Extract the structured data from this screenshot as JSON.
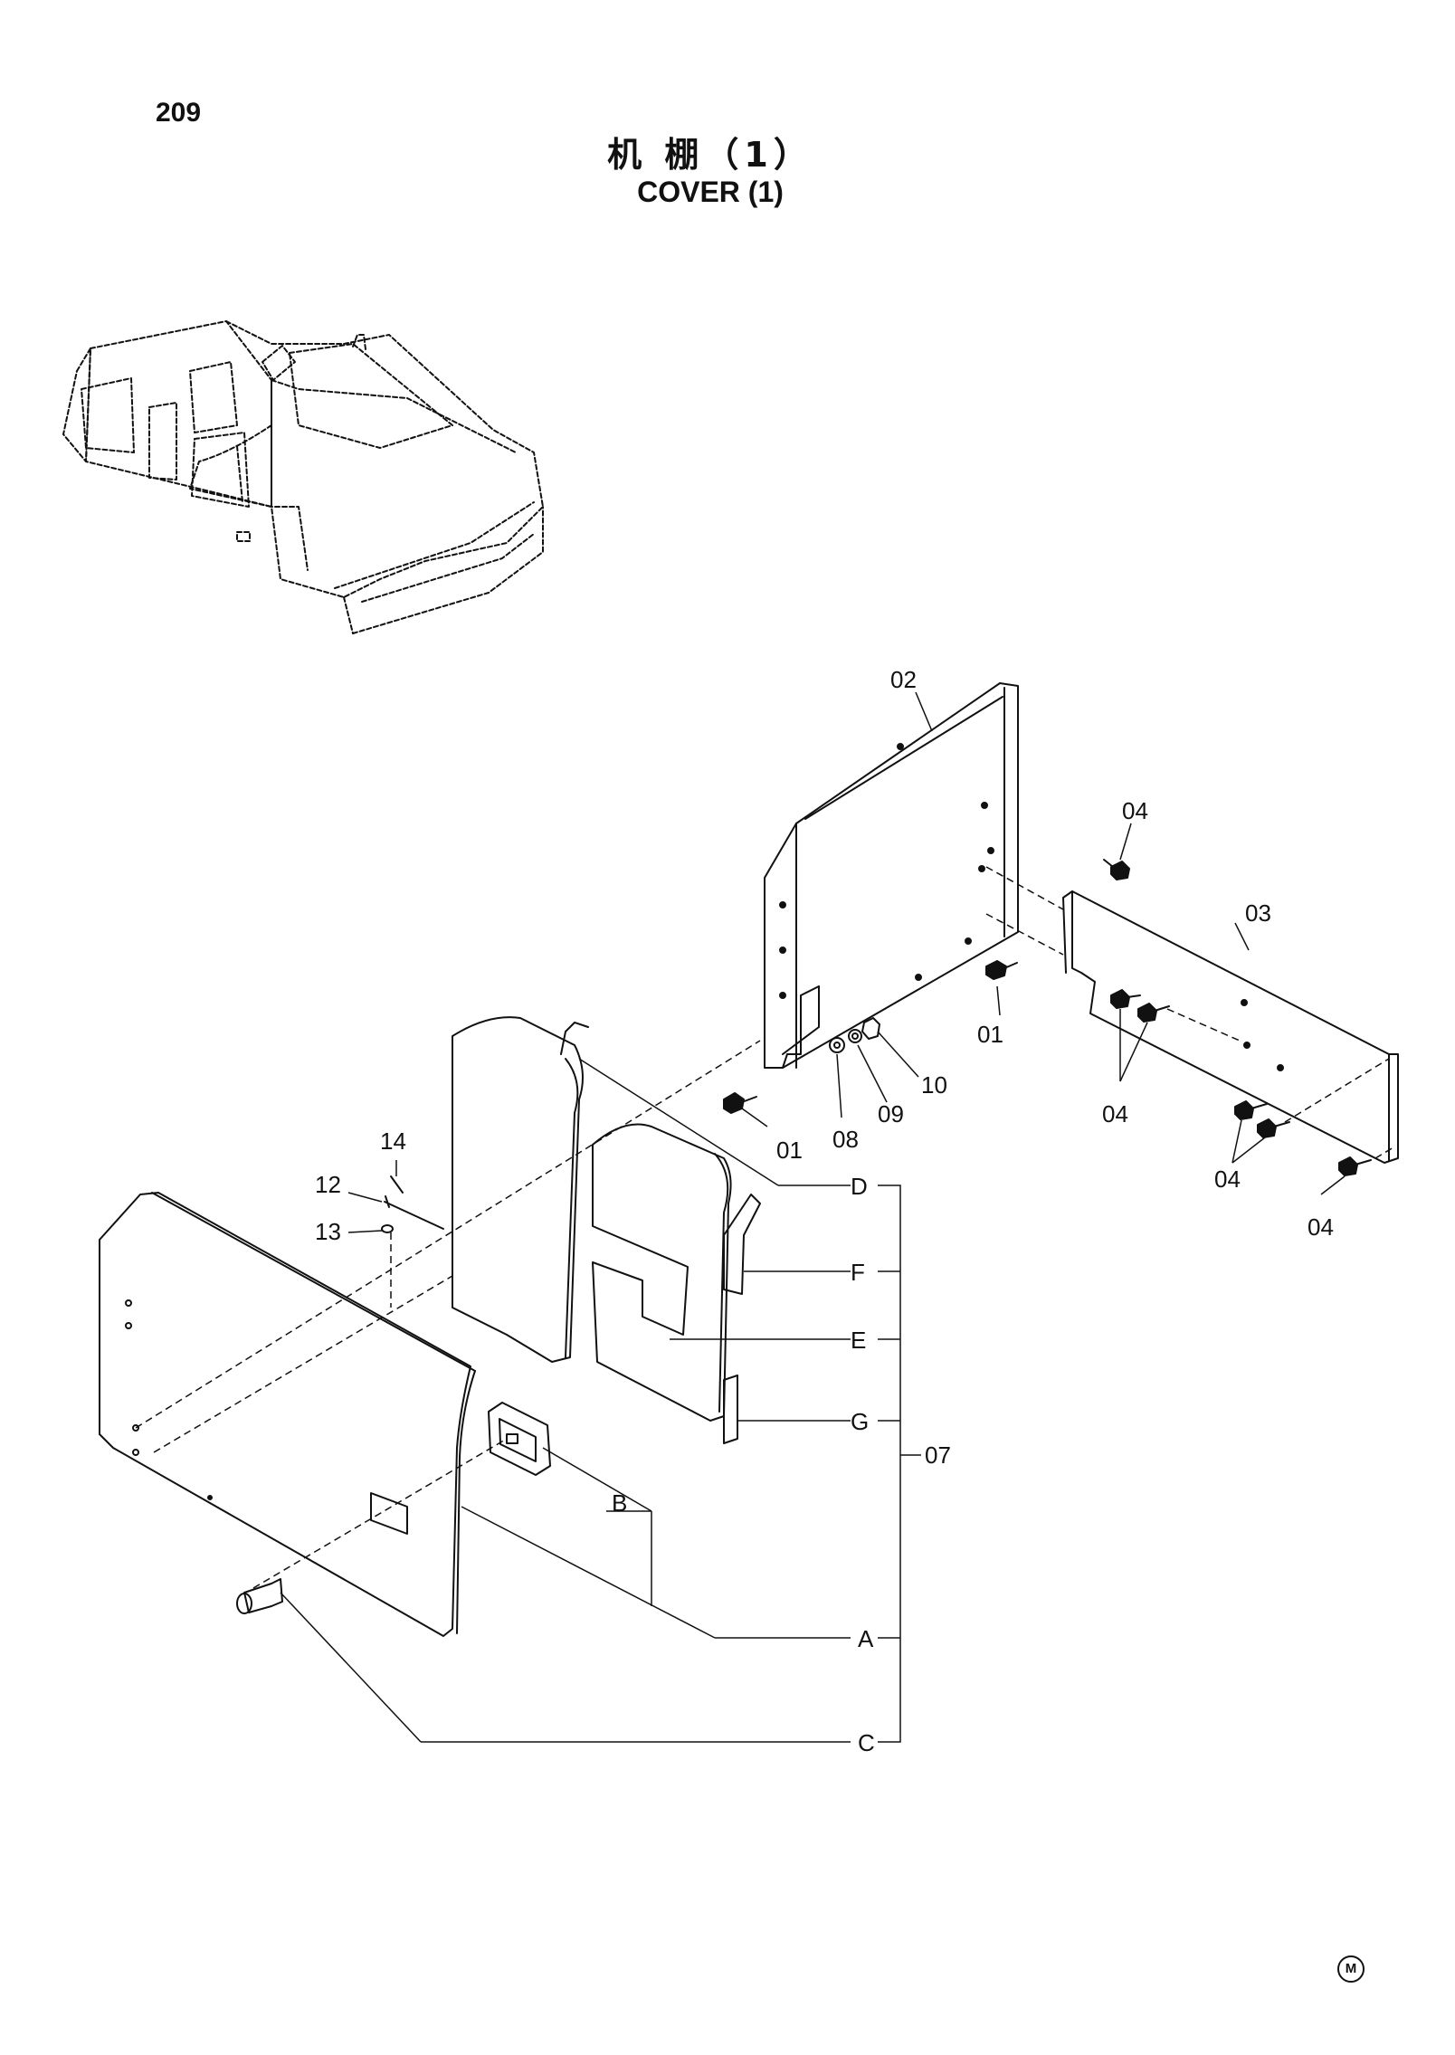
{
  "page": {
    "number": "209",
    "title_cn": "机 棚（1）",
    "title_en": "COVER (1)",
    "mark": "M"
  },
  "callouts": {
    "c01a": "01",
    "c01b": "01",
    "c02": "02",
    "c03": "03",
    "c04a": "04",
    "c04b": "04",
    "c04c": "04",
    "c04d": "04",
    "c07": "07",
    "c08": "08",
    "c09": "09",
    "c10": "10",
    "c12": "12",
    "c13": "13",
    "c14": "14"
  },
  "sub_items": {
    "A": "A",
    "B": "B",
    "C": "C",
    "D": "D",
    "E": "E",
    "F": "F",
    "G": "G"
  }
}
